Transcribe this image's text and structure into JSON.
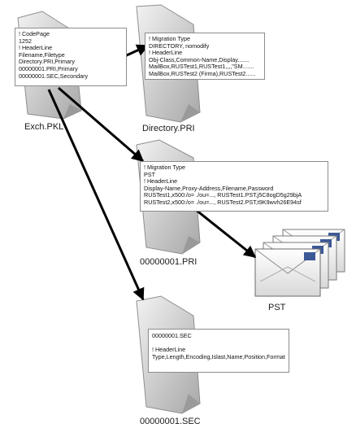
{
  "files": {
    "exch_pkl": {
      "caption": "Exch.PKL",
      "lines": [
        "! CodePage",
        "1252",
        "! HeaderLine",
        "Filename,Filetype",
        "Directory.PRI,Primary",
        "00000001.PRI,Primary",
        "00000001.SEC,Secondary"
      ]
    },
    "directory_pri": {
      "caption": "Directory.PRI",
      "lines": [
        "! Migration Type",
        "DIRECTORY, nomodify",
        "! HeaderLine",
        "Obj-Class,Common-Name,Display.......",
        "MailBox,RUSTest1,RUSTest1,,,,\"SM.......",
        "MailBox,RUSTest2 (Firma),RUSTest2......"
      ]
    },
    "pri_00000001": {
      "caption": "00000001.PRI",
      "lines": [
        "! Migration Type",
        "PST",
        "! HeaderLine",
        "Display-Name,Proxy-Address,Filename,Password",
        "RUSTest1,x500:/o= ./ou=..., RUSTest1.PST,j5C8ogD5g29bjA",
        "RUSTest2,x500:/o= ./ou=..., RUSTest2.PST,t9K9wvh26E94sf"
      ]
    },
    "sec_00000001": {
      "caption": "00000001.SEC",
      "lines": [
        "00000001.SEC",
        "",
        "! HeaderLine",
        "Type,Length,Encoding,Islast,Name,Position,Format"
      ]
    },
    "pst": {
      "caption": "PST"
    }
  },
  "colors": {
    "page": "#d4d4d4",
    "page_fold": "#9a9a9a",
    "arrow": "#000000",
    "envelope": "#3c5896"
  }
}
